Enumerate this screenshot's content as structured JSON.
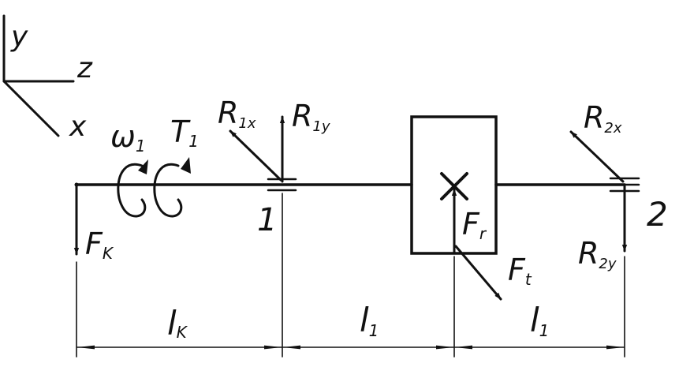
{
  "axes": {
    "y": "y",
    "z": "z",
    "x": "x"
  },
  "labels": {
    "omega": "ω",
    "omega_sub": "1",
    "torque": "T",
    "torque_sub": "1",
    "force_coupling": "F",
    "force_coupling_sub": "K",
    "r1x": "R",
    "r1x_sub": "1x",
    "r1y": "R",
    "r1y_sub": "1y",
    "fr": "F",
    "fr_sub": "r",
    "ft": "F",
    "ft_sub": "t",
    "r2x": "R",
    "r2x_sub": "2x",
    "r2y": "R",
    "r2y_sub": "2y",
    "support1": "1",
    "support2": "2"
  },
  "dimensions": {
    "lk": "l",
    "lk_sub": "K",
    "l1_first": "l",
    "l1_first_sub": "1",
    "l1_second": "l",
    "l1_second_sub": "1"
  }
}
